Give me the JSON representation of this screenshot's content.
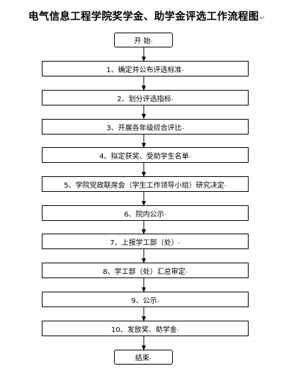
{
  "title": "电气信息工程学院奖学金、助学金评选工作流程图",
  "paragraph_mark": "↵",
  "flow": {
    "start": "开  始",
    "steps": [
      "1、确定并公布评选标准",
      "2、划分评选指标",
      "3、开展各年级综合评比",
      "4、拟定获奖、受助学生名单",
      "5、学院党政联席会（学生工作领导小组）研究决定",
      "6、院内公示",
      "7、上报学工部（处）",
      "8、学工部（处）汇总审定",
      "9、公示",
      "10、发放奖、助学金"
    ],
    "end": "结束",
    "text_end_mark": ".",
    "line_color": "#000000"
  }
}
